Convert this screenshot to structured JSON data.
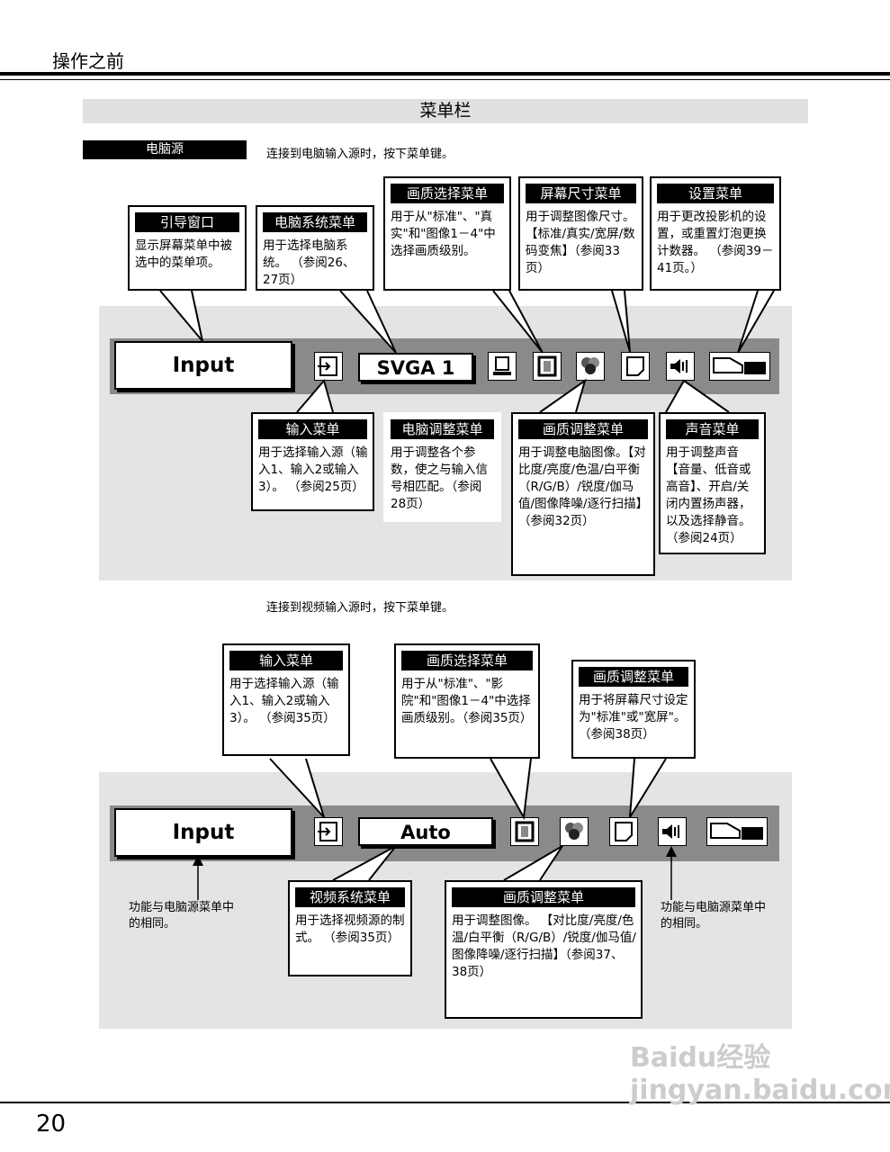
{
  "header": {
    "title": "操作之前"
  },
  "section": {
    "title": "菜单栏"
  },
  "pc": {
    "tag": "电脑源",
    "instruction": "连接到电脑输入源时，按下菜单键。",
    "display": "Input",
    "system": "SVGA 1",
    "boxes": [
      {
        "title": "引导窗口",
        "text": "显示屏幕菜单中被选中的菜单项。"
      },
      {
        "title": "电脑系统菜单",
        "text": "用于选择电脑系统。 （参阅26、27页）"
      },
      {
        "title": "画质选择菜单",
        "text": "用于从\"标准\"、\"真实\"和\"图像1－4\"中选择画质级别。"
      },
      {
        "title": "屏幕尺寸菜单",
        "text": "用于调整图像尺寸。【标准/真实/宽屏/数码变焦】（参阅33页）"
      },
      {
        "title": "设置菜单",
        "text": "用于更改投影机的设置，或重置灯泡更换计数器。 （参阅39－41页。）"
      },
      {
        "title": "输入菜单",
        "text": "用于选择输入源（输入1、输入2或输入3）。 （参阅25页）"
      },
      {
        "title": "电脑调整菜单",
        "text": "用于调整各个参数，使之与输入信号相匹配。（参阅28页）"
      },
      {
        "title": "画质调整菜单",
        "text": "用于调整电脑图像。【对比度/亮度/色温/白平衡（R/G/B）/锐度/伽马值/图像降噪/逐行扫描】（参阅32页）"
      },
      {
        "title": "声音菜单",
        "text": "用于调整声音【音量、低音或高音】、开启/关闭内置扬声器，以及选择静音。 （参阅24页）"
      }
    ]
  },
  "video": {
    "instruction": "连接到视频输入源时，按下菜单键。",
    "display": "Input",
    "system": "Auto",
    "boxes": [
      {
        "title": "输入菜单",
        "text": "用于选择输入源（输入1、输入2或输入3）。 （参阅35页）"
      },
      {
        "title": "画质选择菜单",
        "text": "用于从\"标准\"、\"影院\"和\"图像1－4\"中选择画质级别。（参阅35页）"
      },
      {
        "title": "画质调整菜单",
        "text": "用于将屏幕尺寸设定为\"标准\"或\"宽屏\"。 （参阅38页）"
      },
      {
        "title": "视频系统菜单",
        "text": "用于选择视频源的制式。 （参阅35页）"
      },
      {
        "title": "画质调整菜单",
        "text": "用于调整图像。 【对比度/亮度/色温/白平衡（R/G/B）/锐度/伽马值/图像降噪/逐行扫描】（参阅37、38页）"
      }
    ],
    "note_left": "功能与电脑源菜单中的相同。",
    "note_right": "功能与电脑源菜单中的相同。"
  },
  "footer": {
    "page_number": "20",
    "watermark": "Baidu经验 jingyan.baidu.com"
  }
}
